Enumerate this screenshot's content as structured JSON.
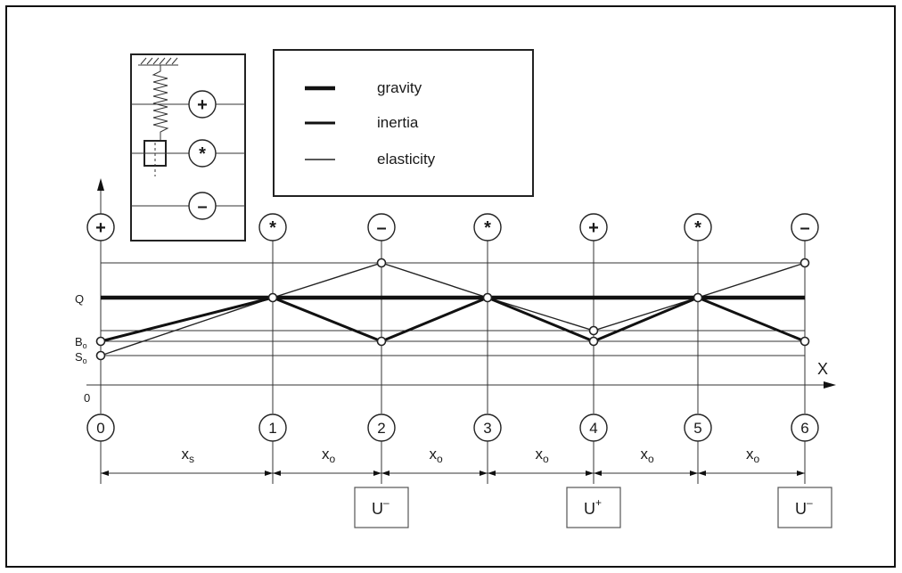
{
  "legend": {
    "gravity": "gravity",
    "inertia": "inertia",
    "elasticity": "elasticity"
  },
  "inset": {
    "symbols": [
      "+",
      "*",
      "–"
    ]
  },
  "axes": {
    "x_label": "X",
    "origin": "0",
    "y_labels": {
      "Q": "Q",
      "B": "B",
      "B_sub": "o",
      "S": "S",
      "S_sub": "o"
    }
  },
  "top_symbols": [
    "+",
    "*",
    "–",
    "*",
    "+",
    "*",
    "–"
  ],
  "position_numbers": [
    "0",
    "1",
    "2",
    "3",
    "4",
    "5",
    "6"
  ],
  "intervals": [
    {
      "main": "x",
      "sub": "s"
    },
    {
      "main": "x",
      "sub": "o"
    },
    {
      "main": "x",
      "sub": "o"
    },
    {
      "main": "x",
      "sub": "o"
    },
    {
      "main": "x",
      "sub": "o"
    },
    {
      "main": "x",
      "sub": "o"
    }
  ],
  "u_boxes": [
    {
      "main": "U",
      "sup": "–",
      "at": 2
    },
    {
      "main": "U",
      "sup": "+",
      "at": 4
    },
    {
      "main": "U",
      "sup": "–",
      "at": 6
    }
  ],
  "levels_order": [
    "S",
    "B",
    "Q",
    "upper"
  ],
  "gravity_line": [
    "Q",
    "Q",
    "Q",
    "Q",
    "Q",
    "Q",
    "Q"
  ],
  "inertia_line": [
    "B",
    "Q",
    "B",
    "Q",
    "B",
    "Q",
    "B"
  ],
  "elasticity_line": [
    "S",
    "Q",
    "upper",
    "Q",
    "mid_low",
    "Q",
    "upper"
  ]
}
